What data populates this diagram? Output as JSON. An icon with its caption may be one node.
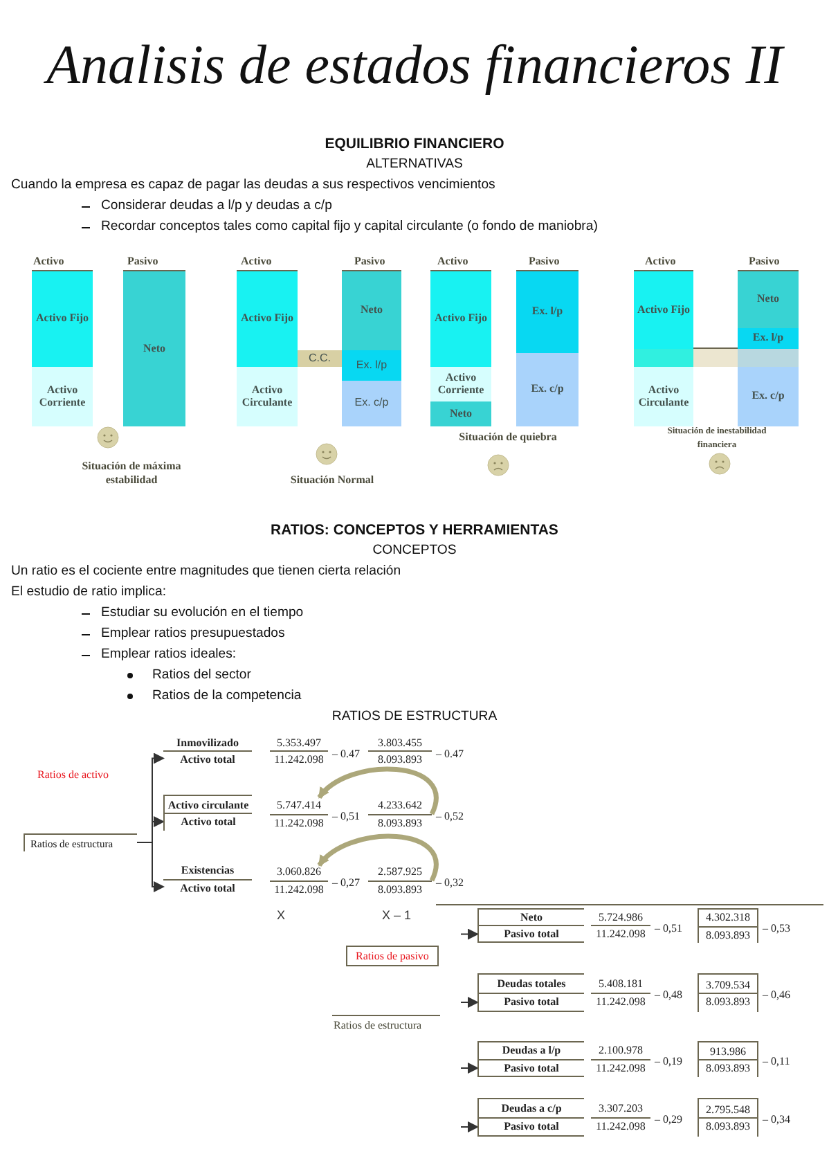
{
  "diagram": {
    "title": "Analisis de estados financieros II",
    "nodes": [
      {
        "text": [
          "Activo Fijo"
        ]
      },
      {
        "text": [
          "Activo Corriente"
        ]
      },
      {
        "text": [
          "Neto"
        ]
      },
      {
        "text": [
          "Activo Fijo"
        ]
      },
      {
        "text": [
          "Activo Circulante"
        ]
      },
      {
        "text": [
          "C.C."
        ]
      },
      {
        "text": [
          "Neto"
        ]
      },
      {
        "text": [
          "Ex. l/p"
        ]
      },
      {
        "text": [
          "Ex. c/p"
        ]
      },
      {
        "text": [
          "Activo Fijo"
        ]
      },
      {
        "text": [
          "Activo Corriente"
        ]
      },
      {
        "text": [
          "Neto"
        ]
      },
      {
        "text": [
          "Ex. l/p"
        ]
      },
      {
        "text": [
          "Ex. c/p"
        ]
      },
      {
        "text": [
          "Activo Fijo"
        ]
      },
      {
        "text": [
          "Activo Circulante"
        ]
      },
      {
        "text": [
          "Neto"
        ]
      },
      {
        "text": [
          "Ex. l/p"
        ]
      },
      {
        "text": [
          "Ex. c/p"
        ]
      },
      {
        "text": [
          "Ratios de estructura"
        ]
      },
      {
        "text": [
          "Inmovilizado",
          "Activo total"
        ]
      },
      {
        "text": [
          "5.353.497",
          "11.242.098"
        ],
        "beside": [
          "– 0.47"
        ]
      },
      {
        "text": [
          "3.803.455",
          "8.093.893"
        ],
        "beside": [
          "– 0.47"
        ]
      },
      {
        "text": [
          "Activo circulante",
          "Activo total"
        ]
      },
      {
        "text": [
          "5.747.414",
          "11.242.098"
        ],
        "beside": [
          "– 0,51"
        ]
      },
      {
        "text": [
          "4.233.642",
          "8.093.893"
        ],
        "beside": [
          "– 0,52"
        ]
      },
      {
        "text": [
          "Existencias",
          "Activo total"
        ]
      },
      {
        "text": [
          "3.060.826",
          "11.242.098"
        ],
        "beside": [
          "– 0,27"
        ]
      },
      {
        "text": [
          "2.587.925",
          "8.093.893"
        ],
        "beside": [
          "– 0,32"
        ]
      },
      {
        "text": [
          "Ratios de pasivo"
        ]
      },
      {
        "text": [
          "Neto",
          "Pasivo total"
        ]
      },
      {
        "text": [
          "5.724.986",
          "11.242.098"
        ],
        "beside": [
          "– 0,51"
        ]
      },
      {
        "text": [
          "4.302.318",
          "8.093.893"
        ],
        "beside": [
          "– 0,53"
        ]
      },
      {
        "text": [
          "Deudas totales",
          "Pasivo total"
        ]
      },
      {
        "text": [
          "5.408.181",
          "11.242.098"
        ],
        "beside": [
          "– 0,48"
        ]
      },
      {
        "text": [
          "3.709.534",
          "8.093.893"
        ],
        "beside": [
          "– 0,46"
        ]
      },
      {
        "text": [
          "Deudas a l/p",
          "Pasivo total"
        ]
      },
      {
        "text": [
          "2.100.978",
          "11.242.098"
        ],
        "beside": [
          "– 0,19"
        ]
      },
      {
        "text": [
          "913.986",
          "8.093.893"
        ],
        "beside": [
          "– 0,11"
        ]
      },
      {
        "text": [
          "Deudas a c/p",
          "Pasivo total"
        ]
      },
      {
        "text": [
          "3.307.203",
          "11.242.098"
        ],
        "beside": [
          "– 0,29"
        ]
      },
      {
        "text": [
          "2.795.548",
          "8.093.893"
        ],
        "beside": [
          "– 0,34"
        ]
      }
    ],
    "edges": [
      {
        "from": 19,
        "to": 20,
        "arrow": "to"
      },
      {
        "from": 19,
        "to": 23,
        "arrow": "to"
      },
      {
        "from": 19,
        "to": 26,
        "arrow": "to"
      },
      {
        "from": 25,
        "to": 24,
        "arrow": "to",
        "style": "thick",
        "color": "#aca77a"
      },
      {
        "from": 28,
        "to": 27,
        "arrow": "to",
        "style": "thick",
        "color": "#aca77a"
      },
      {
        "from": null,
        "to": 30,
        "arrow": "to"
      },
      {
        "from": null,
        "to": 33,
        "arrow": "to"
      },
      {
        "from": null,
        "to": 36,
        "arrow": "to"
      },
      {
        "from": null,
        "to": 39,
        "arrow": "to"
      }
    ],
    "labels": [
      "EQUILIBRIO FINANCIERO",
      "ALTERNATIVAS",
      "Cuando la empresa es capaz de pagar las deudas a sus respectivos vencimientos",
      "Considerar deudas a l/p y deudas a c/p",
      "Recordar conceptos tales como capital fijo y capital circulante (o fondo de maniobra)",
      "Activo",
      "Pasivo",
      "Activo",
      "Pasivo",
      "Activo",
      "Pasivo",
      "Activo",
      "Pasivo",
      "Situación de máxima estabilidad",
      "Situación Normal",
      "Situación de quiebra",
      "Situación de inestabilidad financiera",
      "RATIOS: CONCEPTOS Y HERRAMIENTAS",
      "CONCEPTOS",
      "Un ratio es el cociente entre magnitudes que tienen cierta relación",
      "El estudio de ratio implica:",
      "Estudiar su evolución en el tiempo",
      "Emplear ratios presupuestados",
      "Emplear ratios ideales:",
      "Ratios del sector",
      "Ratios de la competencia",
      "RATIOS DE ESTRUCTURA",
      "Ratios de activo",
      "X",
      "X – 1",
      "Ratios de estructura"
    ]
  }
}
